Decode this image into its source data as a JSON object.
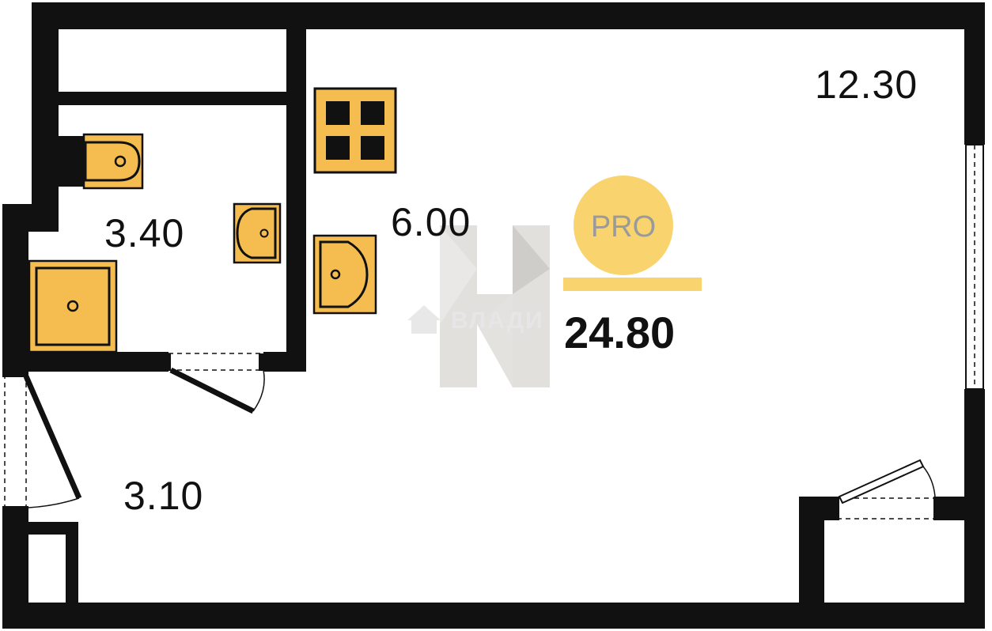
{
  "colors": {
    "wall": "#111111",
    "fixture": "#f5bd4f",
    "badge": "#f8d36e",
    "watermark": "#d8d6d3"
  },
  "rooms": [
    {
      "name": "living-room",
      "area": "12.30"
    },
    {
      "name": "bathroom",
      "area": "3.40"
    },
    {
      "name": "kitchen",
      "area": "6.00"
    },
    {
      "name": "hallway",
      "area": "3.10"
    }
  ],
  "total_area": "24.80",
  "badge": {
    "text": "PRO"
  },
  "watermark": {
    "text": "ВЛАДИ"
  },
  "icons": [
    "stove-icon",
    "toilet-icon",
    "sink-icon",
    "kitchen-sink-icon",
    "shower-tray-icon",
    "house-logo-icon"
  ]
}
